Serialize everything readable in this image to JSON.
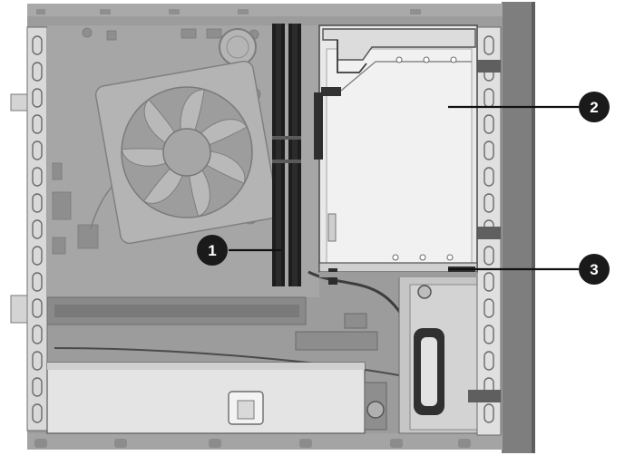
{
  "callouts": [
    {
      "label": "1",
      "target": "memory-modules"
    },
    {
      "label": "2",
      "target": "optical-drive-cage"
    },
    {
      "label": "3",
      "target": "drive-cage-release"
    }
  ],
  "colors": {
    "chassis": "#9a9a9a",
    "chassis_dark": "#7c7c7c",
    "board": "#a8a8a8",
    "cage": "#e9e9e9",
    "cage_edge": "#555555",
    "memory": "#1d1d1d",
    "callout": "#1a1a1a",
    "leader": "#111111"
  }
}
